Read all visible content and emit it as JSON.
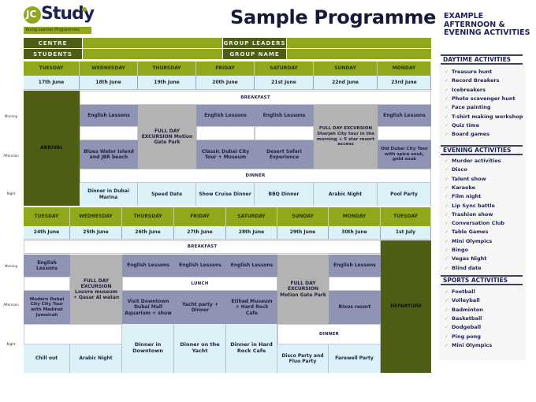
{
  "logo": {
    "mark": "JC",
    "name": "Study",
    "tagline": "Young Learner Programmes"
  },
  "title": "Sample Programme",
  "info": {
    "centre_label": "CENTRE",
    "students_label": "STUDENTS",
    "group_leaders_label": "GROUP LEADERS",
    "group_name_label": "GROUP NAME",
    "centre_value": "",
    "students_value": "",
    "group_leaders_value": "",
    "group_name_value": ""
  },
  "time_labels": {
    "morning": "Morning",
    "afternoon": "Afternoon",
    "night": "Night"
  },
  "colors": {
    "green": "#8fa81c",
    "dark_green": "#4e5e14",
    "lesson": "#8f93b4",
    "excursion": "#b3b3b3",
    "evening": "#ddf2f8",
    "navy": "#1d2155"
  },
  "week1": {
    "days": [
      "TUESDAY",
      "WEDNESDAY",
      "THURSDAY",
      "FRIDAY",
      "SATURDAY",
      "SUNDAY",
      "MONDAY"
    ],
    "dates": [
      "17th June",
      "18th June",
      "19th June",
      "20th June",
      "21st June",
      "22nd June",
      "23rd June"
    ],
    "arrival": "ARRIVAL",
    "breakfast": "BREAKFAST",
    "dinner": "DINNER",
    "morning": [
      "English Lessons",
      "English Lessons",
      "English Lessons",
      "English Lessons"
    ],
    "excursions": [
      "FULL DAY EXCURSION Motion Gate Park",
      "FULL DAY EXCURSION Sharjah City tour in the morning + 5 star resort access"
    ],
    "afternoon": [
      "Blues Water Island and JBR beach",
      "Classic Dubai City Tour + Museum",
      "Desert Safari Experience",
      "Old Dubai City Tour with spice souk, gold souk"
    ],
    "night": [
      "Dinner in Dubai Marina",
      "Speed Date",
      "Show Cruise Dinner",
      "BBQ Dinner",
      "Arabic Night",
      "Pool Party"
    ]
  },
  "week2": {
    "days": [
      "TUESDAY",
      "WEDNESDAY",
      "THURSDAY",
      "FRIDAY",
      "SATURDAY",
      "SUNDAY",
      "MONDAY",
      "TUESDAY"
    ],
    "dates": [
      "24th June",
      "25th June",
      "26th June",
      "27th June",
      "28th June",
      "29th June",
      "30th June",
      "1st July"
    ],
    "breakfast": "BREAKFAST",
    "lunch": "LUNCH",
    "dinner": "DINNER",
    "departure": "DEPARTURE",
    "morning": [
      "English Lessons",
      "English Lessons",
      "English Lessons",
      "English Lessons",
      "English Lessons"
    ],
    "excursions": [
      "FULL DAY EXCURSION Louvre museum + Qasar Al watan",
      "FULL DAY EXCURSION Motion Gate Park"
    ],
    "afternoon": [
      "Modern Dubai City City Tour with Madinat Jumeirah",
      "Visit Downtown Dubai Mall Aquarium + show",
      "Yacht party + Dinner",
      "Etihad Museum + Hard Rock Cafe",
      "Rixos resort"
    ],
    "night": [
      "Chill out",
      "Arabic Night",
      "Dinner in Downtown",
      "Dinner on the Yacht",
      "Dinner in Hard Rock Cafe",
      "Disco Party and Fluo Party",
      "Farewell Party"
    ]
  },
  "sidebar": {
    "title": "EXAMPLE AFTERNOON & EVENING ACTIVITIES",
    "check_icon": "✓",
    "sections": [
      {
        "heading": "DAYTIME ACTIVITIES",
        "items": [
          "Treasure hunt",
          "Record Breakers",
          "Icebreakers",
          "Photo scavenger hunt",
          "Face painting",
          "T-shirt making workshop",
          "Quiz time",
          "Board games"
        ]
      },
      {
        "heading": "EVENING ACTIVITIES",
        "items": [
          "Murder activities",
          "Disco",
          "Talent show",
          "Karaoke",
          "Film night",
          "Lip Sync battle",
          "Trashion show",
          "Conversation Club",
          "Table Games",
          "Mini Olympics",
          "Bingo",
          "Vegas Night",
          "Blind date"
        ]
      },
      {
        "heading": "SPORTS ACTIVITIES",
        "items": [
          "Football",
          "Volleyball",
          "Badminton",
          "Basketball",
          "Dodgeball",
          "Ping pong",
          "Mini Olympics"
        ]
      }
    ]
  }
}
